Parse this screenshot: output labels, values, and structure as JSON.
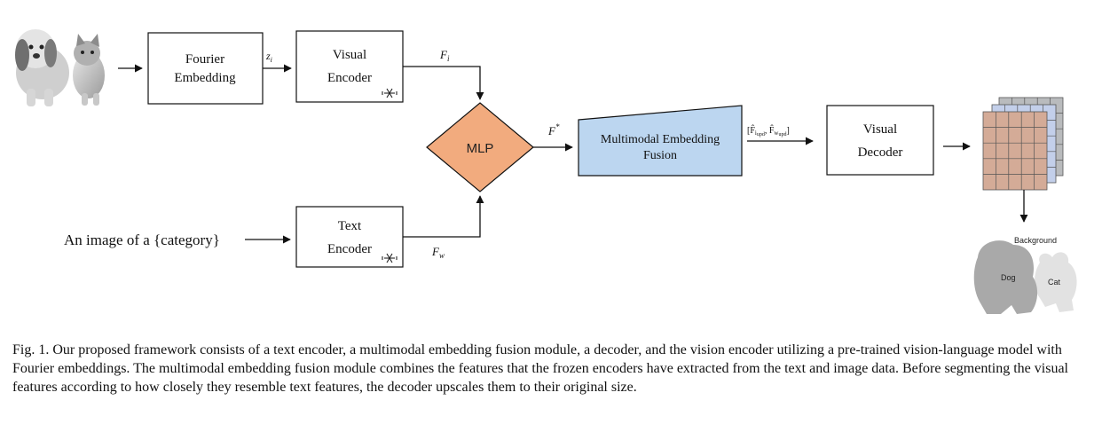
{
  "nodes": {
    "fourier": {
      "line1": "Fourier",
      "line2": "Embedding"
    },
    "visual_encoder": {
      "line1": "Visual",
      "line2": "Encoder"
    },
    "text_encoder": {
      "line1": "Text",
      "line2": "Encoder"
    },
    "mlp": {
      "label": "MLP"
    },
    "fusion": {
      "line1": "Multimodal Embedding",
      "line2": "Fusion"
    },
    "visual_decoder": {
      "line1": "Visual",
      "line2": "Decoder"
    }
  },
  "edge_labels": {
    "zi": {
      "base": "z",
      "sub": "i"
    },
    "fi": {
      "base": "F",
      "sub": "i"
    },
    "fw": {
      "base": "F",
      "sub": "w"
    },
    "fstar": {
      "base": "F",
      "sup": "*"
    },
    "upd": {
      "open": "[",
      "f1": "F̂",
      "s1": "i",
      "s1b": "upd",
      "sep": ", ",
      "f2": "F̂",
      "s2": "w",
      "s2b": "upd",
      "close": "]"
    }
  },
  "text_input": "An image of a {category}",
  "frozen_icon": "snowflake-icon",
  "segmentation": {
    "background": "Background",
    "dog": "Dog",
    "cat": "Cat"
  },
  "caption": "Fig. 1.  Our proposed framework consists of a text encoder, a multimodal embedding fusion module, a decoder, and the vision encoder utilizing a pre-trained vision-language model with Fourier embeddings. The multimodal embedding fusion module combines the features that the frozen encoders have extracted from the text and image data. Before segmenting the visual features according to how closely they resemble text features, the decoder upscales them to their original size."
}
